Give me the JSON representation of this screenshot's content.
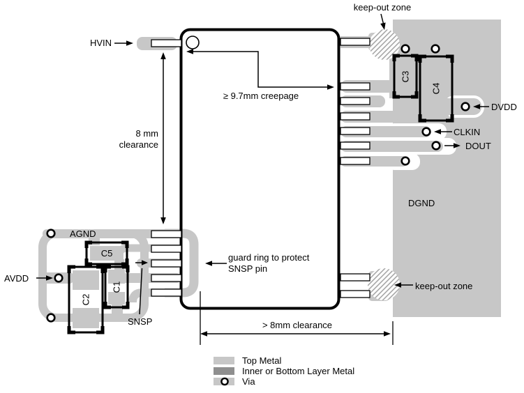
{
  "diagram": {
    "title_hint": "PCB layout guideline diagram",
    "nets": {
      "hvin": "HVIN",
      "avdd": "AVDD",
      "agnd": "AGND",
      "snsp": "SNSP",
      "dvdd": "DVDD",
      "clkin": "CLKIN",
      "dout": "DOUT",
      "dgnd": "DGND"
    },
    "components": {
      "c1": "C1",
      "c2": "C2",
      "c3": "C3",
      "c4": "C4",
      "c5": "C5"
    },
    "annotations": {
      "keepout_top": "keep-out zone",
      "keepout_bottom": "keep-out zone",
      "clearance_left_line1": "8 mm",
      "clearance_left_line2": "clearance",
      "creepage": "≥ 9.7mm creepage",
      "guard_line1": "guard ring to protect",
      "guard_line2": "SNSP pin",
      "clearance_bottom": "> 8mm clearance"
    },
    "legend": {
      "top_metal": "Top Metal",
      "inner_metal": "Inner or Bottom Layer Metal",
      "via": "Via"
    },
    "colors": {
      "top_metal": "#c7c7c7",
      "inner_metal": "#8f8f8f",
      "hatch": "#9b9b9b",
      "outline": "#000000"
    }
  }
}
